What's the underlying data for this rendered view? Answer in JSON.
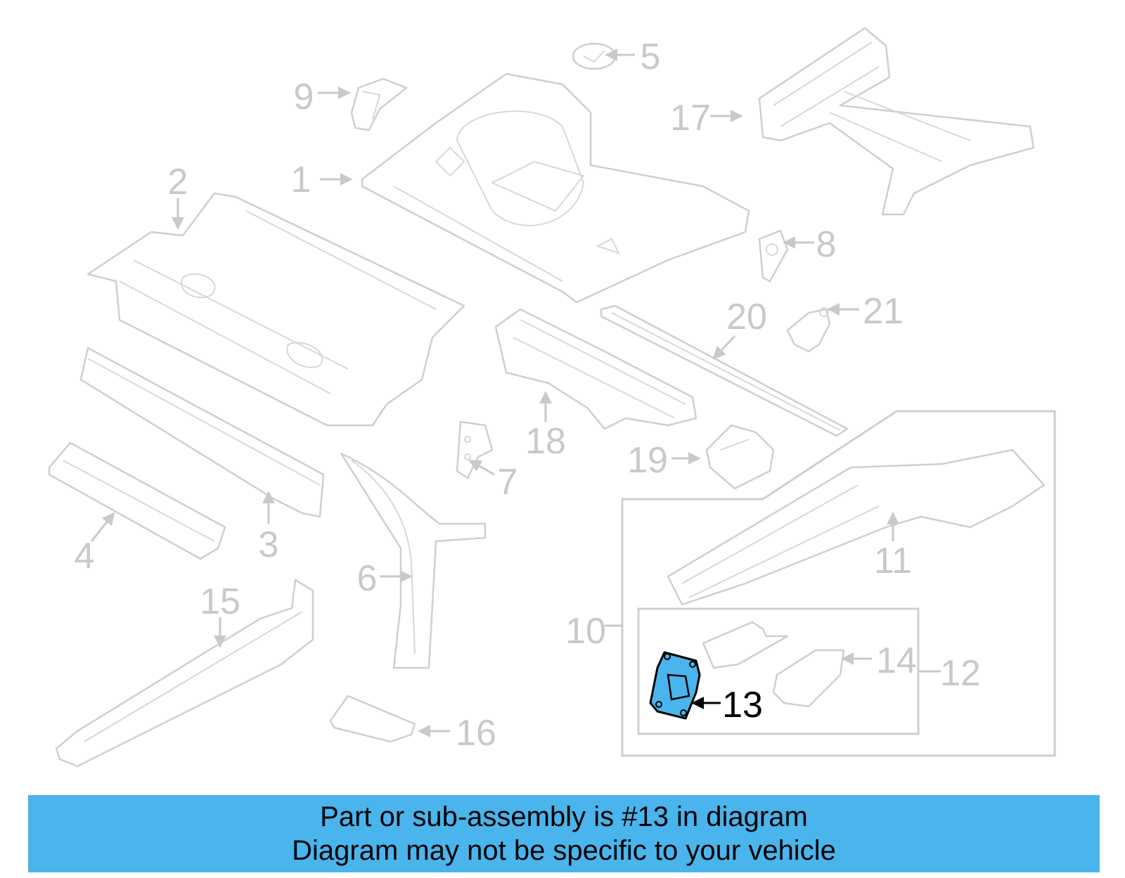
{
  "diagram": {
    "highlight_color": "#4ab4ec",
    "callouts": [
      "1",
      "2",
      "3",
      "4",
      "5",
      "6",
      "7",
      "8",
      "9",
      "10",
      "11",
      "12",
      "13",
      "14",
      "15",
      "16",
      "17",
      "18",
      "19",
      "20",
      "21"
    ],
    "highlighted_part": "13"
  },
  "banner": {
    "line1": "Part or sub-assembly is #13 in diagram",
    "line2": "Diagram may not be specific to your vehicle",
    "background": "#4ab4ec"
  }
}
